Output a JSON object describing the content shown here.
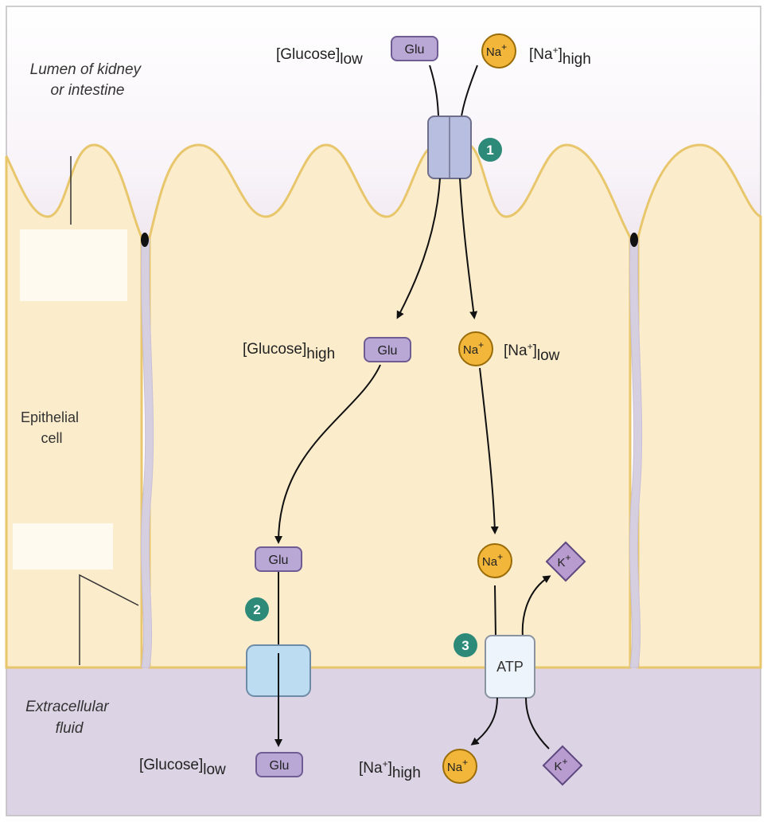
{
  "regions": {
    "lumen": [
      "Lumen of kidney",
      "or intestine"
    ],
    "cell": [
      "Epithelial",
      "cell"
    ],
    "ecf": [
      "Extracellular",
      "fluid"
    ]
  },
  "concentrations": {
    "glucose_label": "[Glucose]",
    "na_label": "[Na",
    "na_plus": "+",
    "bracket": "]",
    "low": "low",
    "high": "high"
  },
  "molecules": {
    "glu": "Glu",
    "na": "Na",
    "na_sup": "+",
    "k": "K",
    "k_sup": "+"
  },
  "transporters": {
    "pump_label": "ATP"
  },
  "steps": [
    "1",
    "2",
    "3"
  ],
  "colors": {
    "lumen_bg": "#ffffff",
    "cell_fill": "#fbeccc",
    "cell_stroke": "#e8c66c",
    "ecf_bg": "#dcd3e4",
    "glu_fill": "#b9a8d6",
    "na_fill": "#f2b73a",
    "k_fill": "#b89ccf",
    "step_fill": "#2e8a78",
    "symporter_fill": "#b7bedf",
    "glut_fill": "#bcdcf2",
    "pump_fill": "#eef4fb"
  }
}
